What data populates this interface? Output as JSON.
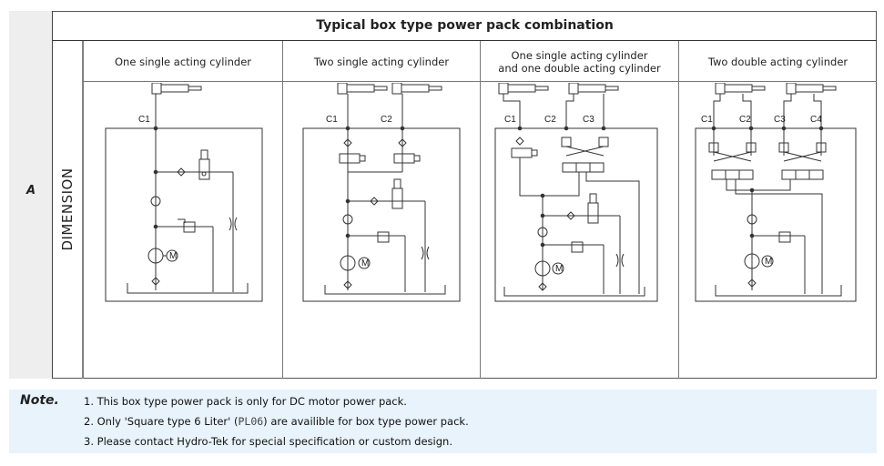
{
  "table": {
    "title": "Typical box type power pack combination",
    "row_label": "A",
    "row_category": "DIMENSION",
    "columns": [
      {
        "header": "One single acting cylinder",
        "ports": [
          "C1"
        ]
      },
      {
        "header": "Two single acting cylinder",
        "ports": [
          "C1",
          "C2"
        ]
      },
      {
        "header_line1": "One single acting cylinder",
        "header_line2": "and one double acting cylinder",
        "ports": [
          "C1",
          "C2",
          "C3"
        ]
      },
      {
        "header": "Two double acting cylinder",
        "ports": [
          "C1",
          "C2",
          "C3",
          "C4"
        ]
      }
    ]
  },
  "note": {
    "label": "Note.",
    "items": [
      {
        "text": "1. This box type power pack is only for DC motor power pack."
      },
      {
        "pre": "2. Only 'Square type 6 Liter' (",
        "code": "PL06",
        "post": ") are availible for box type power pack."
      },
      {
        "text": "3. Please contact Hydro-Tek  for special specification or custom design."
      }
    ]
  },
  "symbols": {
    "motor": "M"
  },
  "colors": {
    "note_bg": "#e8f3fc",
    "side_col_bg": "#eeeeee",
    "line": "#333333"
  }
}
